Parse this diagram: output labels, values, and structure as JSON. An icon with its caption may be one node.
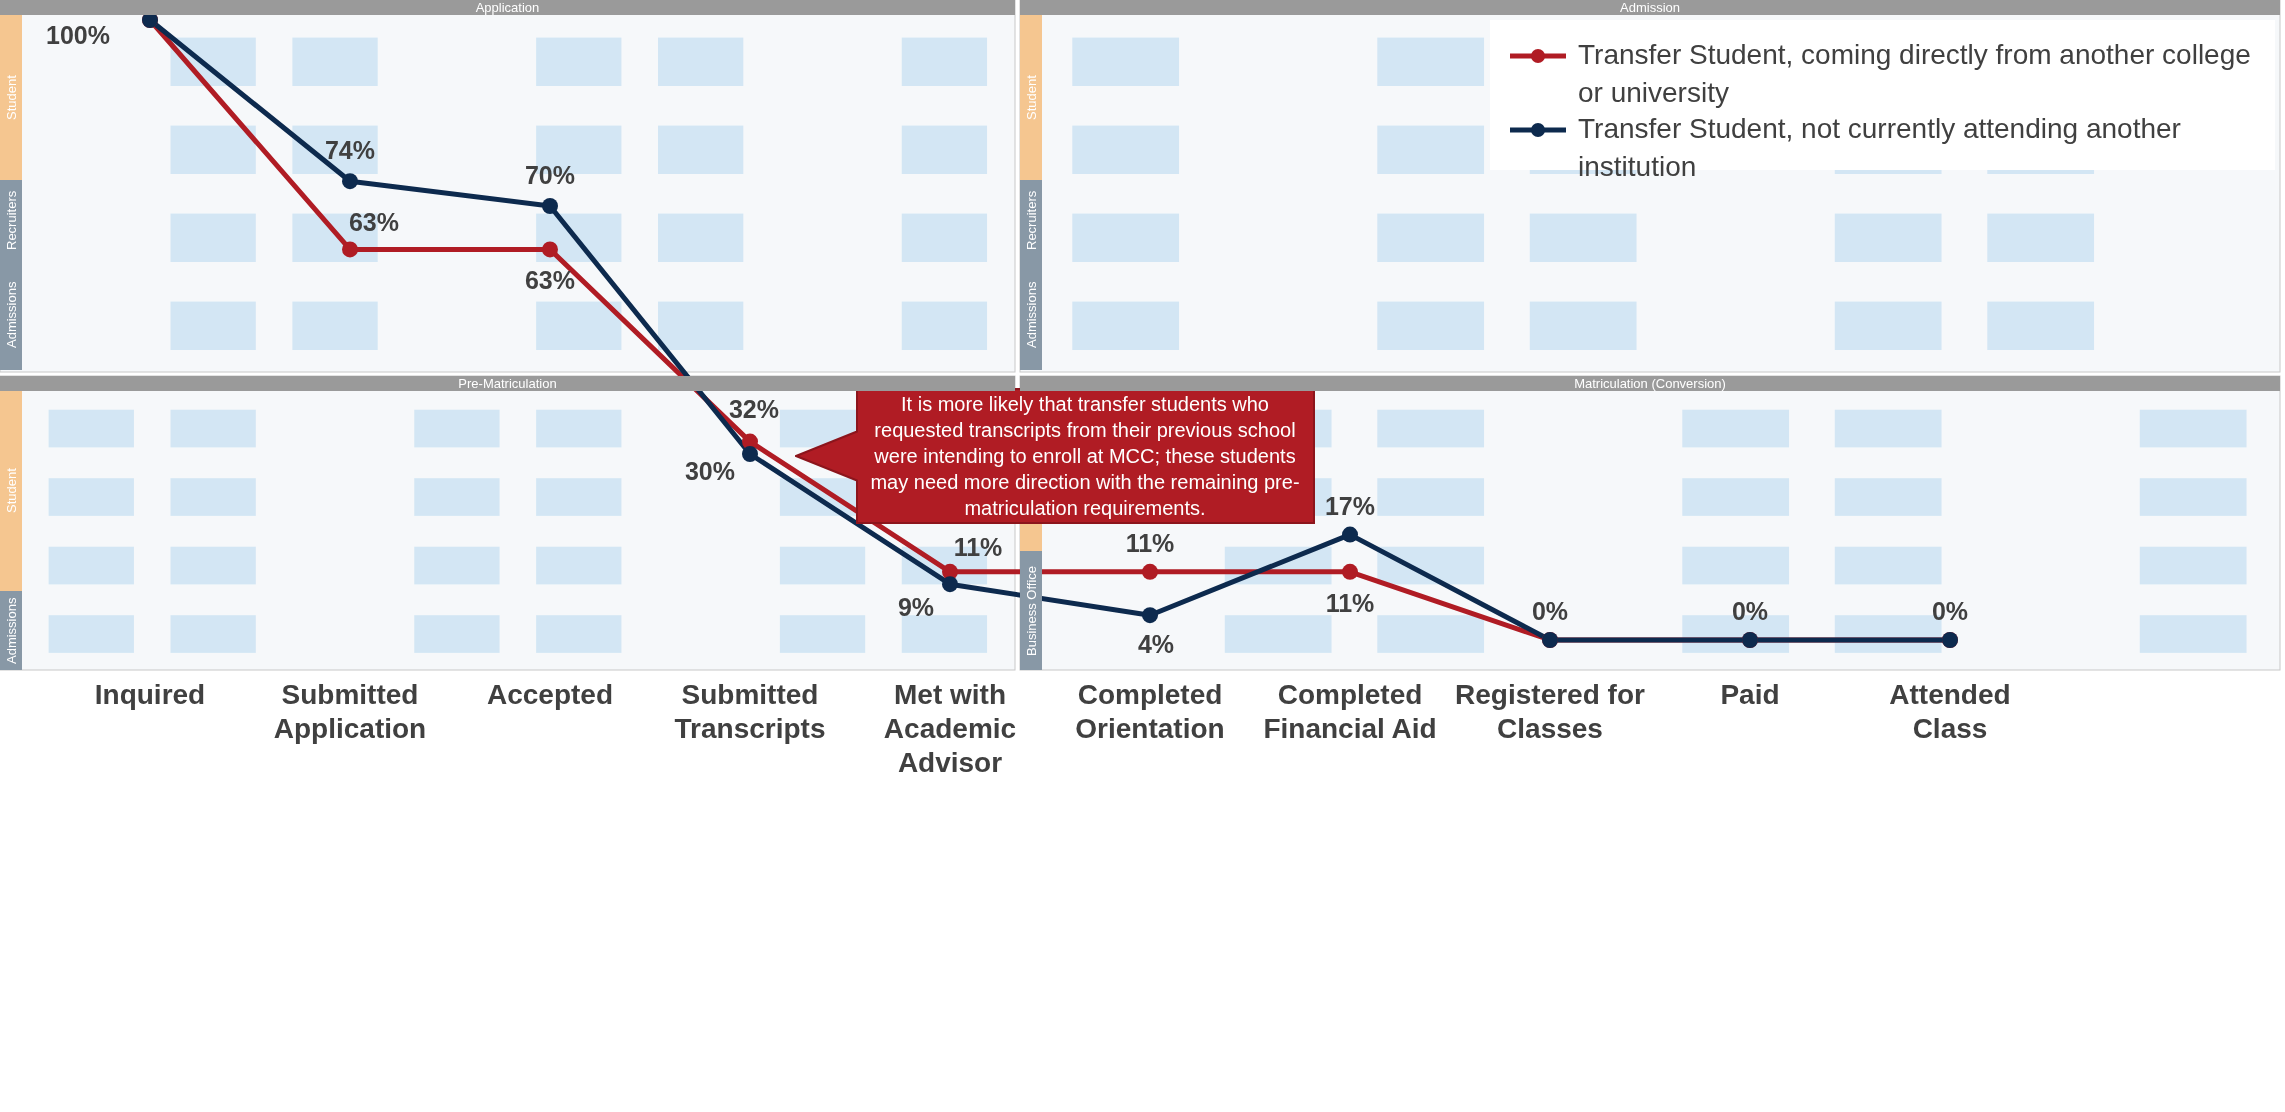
{
  "diagram": {
    "nodes": [
      {
        "text": [
          "It is more likely that transfer students who requested transcripts from their previous school were intending to enroll at MCC; these students may need more direction with the remaining pre-matriculation requirements."
        ]
      }
    ],
    "labels": [
      "Application",
      "Student",
      "Recruiters",
      "Admissions",
      "Admission",
      "Student",
      "Recruiters",
      "Admissions",
      "Pre-Matriculation",
      "Student",
      "Admissions",
      "Matriculation (Conversion)",
      "Business Office"
    ],
    "chart_data": {
      "type": "line",
      "legend": "upper right",
      "categories": [
        "Inquired",
        "Submitted Application",
        "Accepted",
        "Submitted Transcripts",
        "Met with Academic Advisor",
        "Completed Orientation",
        "Completed Financial Aid",
        "Registered for Classes",
        "Paid",
        "Attended Class"
      ],
      "series": [
        {
          "name": "Transfer Student, coming directly from another college or university",
          "color": "#b01c24",
          "marker": "circle",
          "values": [
            100,
            63,
            63,
            32,
            11,
            11,
            11,
            0,
            0,
            0
          ],
          "value_labels": [
            "100%",
            "63%",
            "63%",
            "32%",
            "11%",
            "11%",
            "11%",
            "0%",
            "0%",
            "0%"
          ]
        },
        {
          "name": "Transfer Student, not currently attending another institution",
          "color": "#0d2a4e",
          "marker": "circle",
          "values": [
            100,
            74,
            70,
            30,
            9,
            4,
            17,
            0,
            0,
            0
          ],
          "value_labels": [
            null,
            "74%",
            "70%",
            "30%",
            "9%",
            "4%",
            "17%",
            null,
            null,
            null
          ]
        }
      ]
    }
  }
}
